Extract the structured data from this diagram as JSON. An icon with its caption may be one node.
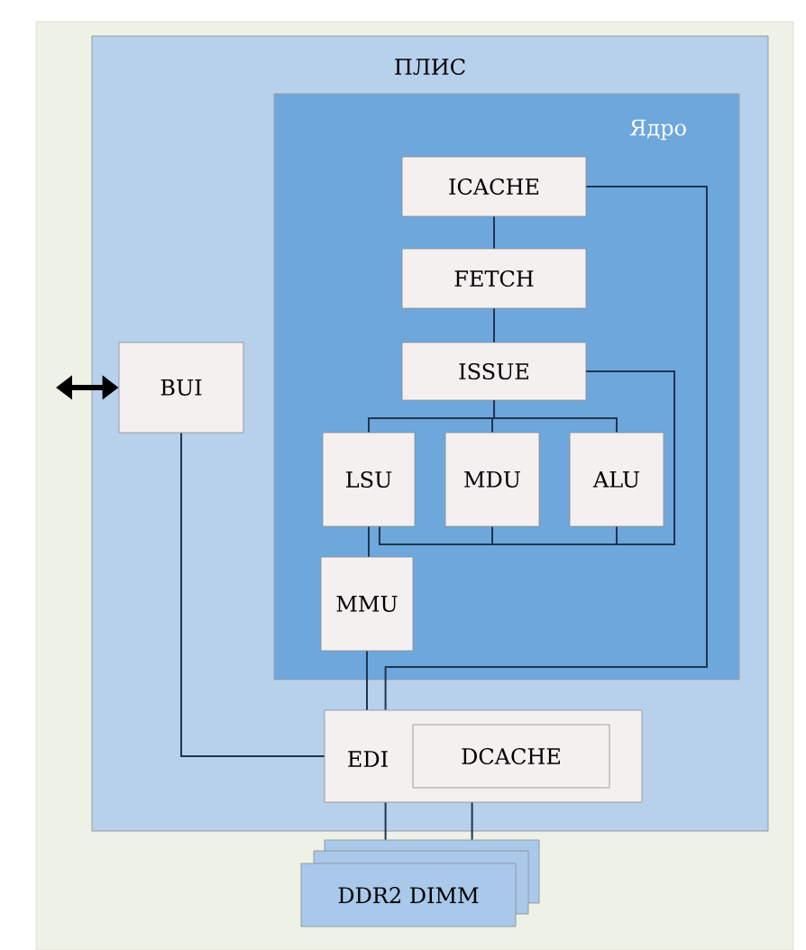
{
  "diagram": {
    "nodes": [
      {
        "text": [
          "ПЛИС"
        ]
      },
      {
        "text": [
          "Ядро"
        ],
        "in": 0
      },
      {
        "text": [
          "ICACHE"
        ],
        "in": 1
      },
      {
        "text": [
          "FETCH"
        ],
        "in": 1
      },
      {
        "text": [
          "ISSUE"
        ],
        "in": 1
      },
      {
        "text": [
          "LSU"
        ],
        "in": 1
      },
      {
        "text": [
          "MDU"
        ],
        "in": 1
      },
      {
        "text": [
          "ALU"
        ],
        "in": 1
      },
      {
        "text": [
          "MMU"
        ],
        "in": 1
      },
      {
        "text": [
          "BUI"
        ],
        "in": 0
      },
      {
        "text": [
          "EDI"
        ],
        "in": 0
      },
      {
        "text": [
          "DCACHE"
        ],
        "in": 10
      },
      {
        "text": [
          "DDR2 DIMM"
        ]
      }
    ],
    "edges": [
      {
        "from": 2,
        "to": 3,
        "arrow": "none"
      },
      {
        "from": 3,
        "to": 4,
        "arrow": "none"
      },
      {
        "from": 4,
        "to": 5,
        "arrow": "none"
      },
      {
        "from": 4,
        "to": 6,
        "arrow": "none"
      },
      {
        "from": 4,
        "to": 7,
        "arrow": "none"
      },
      {
        "from": 5,
        "to": 4,
        "arrow": "none"
      },
      {
        "from": 6,
        "to": 4,
        "arrow": "none"
      },
      {
        "from": 7,
        "to": 4,
        "arrow": "none"
      },
      {
        "from": 5,
        "to": 8,
        "arrow": "none"
      },
      {
        "from": 8,
        "to": 10,
        "arrow": "none"
      },
      {
        "from": 2,
        "to": 10,
        "arrow": "none"
      },
      {
        "from": 9,
        "to": 10,
        "arrow": "none"
      },
      {
        "from": 10,
        "to": 12,
        "arrow": "none"
      },
      {
        "from": 10,
        "to": 12,
        "arrow": "none"
      },
      {
        "from": null,
        "to": 9,
        "arrow": "both",
        "style": "thick",
        "color": "#000000"
      }
    ]
  }
}
